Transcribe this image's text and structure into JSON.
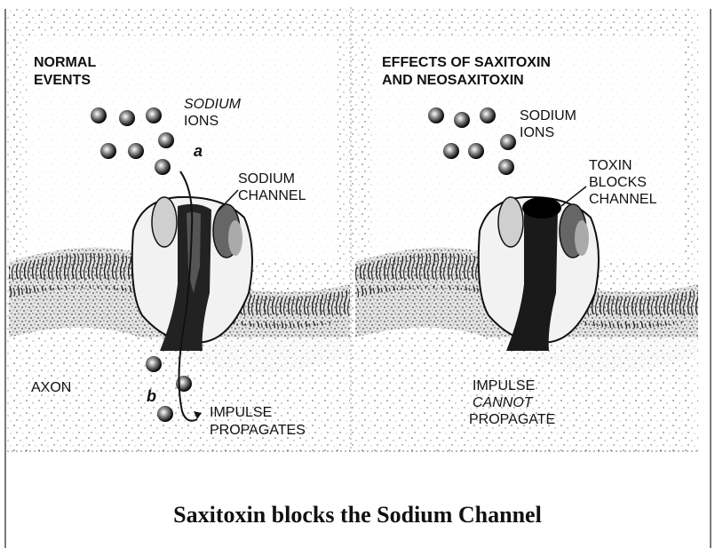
{
  "left_panel": {
    "title_line1": "NORMAL",
    "title_line2": "EVENTS",
    "ions_line1": "SODIUM",
    "ions_line2": "IONS",
    "channel_line1": "SODIUM",
    "channel_line2": "CHANNEL",
    "marker_a": "a",
    "marker_b": "b",
    "axon": "AXON",
    "impulse_line1": "IMPULSE",
    "impulse_line2": "PROPAGATES"
  },
  "right_panel": {
    "title_line1": "EFFECTS OF SAXITOXIN",
    "title_line2": "AND NEOSAXITOXIN",
    "ions_line1": "SODIUM",
    "ions_line2": "IONS",
    "toxin_line1": "TOXIN",
    "toxin_line2": "BLOCKS",
    "toxin_line3": "CHANNEL",
    "impulse_line1": "IMPULSE",
    "impulse_line2": "CANNOT",
    "impulse_line3": "PROPAGATE"
  },
  "caption": "Saxitoxin blocks the Sodium Channel"
}
